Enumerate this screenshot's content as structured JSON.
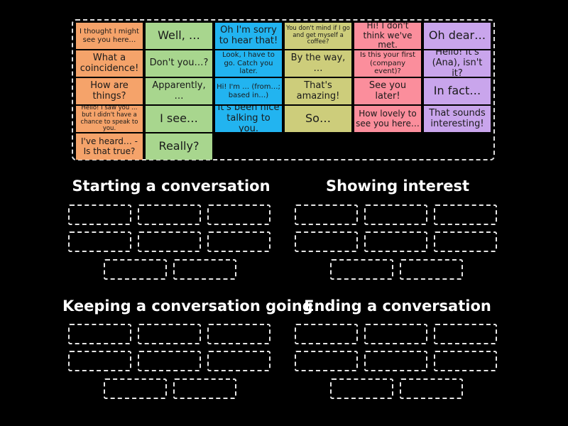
{
  "cards": [
    {
      "text": "I thought I might see you here…",
      "color": "orange",
      "size": "s"
    },
    {
      "text": "Well, …",
      "color": "green",
      "size": "xl"
    },
    {
      "text": "Oh I'm sorry to hear that!",
      "color": "blue",
      "size": "l"
    },
    {
      "text": "You don't mind if I go and get myself a coffee?",
      "color": "olive",
      "size": "xs"
    },
    {
      "text": "Hi! I don't think we've met.",
      "color": "pink",
      "size": "m"
    },
    {
      "text": "Oh dear…",
      "color": "purple",
      "size": "xl"
    },
    {
      "text": "What a coincidence!",
      "color": "orange",
      "size": "l"
    },
    {
      "text": "Don't you…?",
      "color": "green",
      "size": "l"
    },
    {
      "text": "Look, I have to go. Catch you later.",
      "color": "blue",
      "size": "s"
    },
    {
      "text": "By the way, …",
      "color": "olive",
      "size": "l"
    },
    {
      "text": "Is this your first (company event)?",
      "color": "pink",
      "size": "s"
    },
    {
      "text": "Hello! It's (Ana), isn't it?",
      "color": "purple",
      "size": "l"
    },
    {
      "text": "How are things?",
      "color": "orange",
      "size": "l"
    },
    {
      "text": "Apparently, …",
      "color": "green",
      "size": "l"
    },
    {
      "text": "Hi! I'm … (from…; based in…)",
      "color": "blue",
      "size": "s"
    },
    {
      "text": "That's amazing!",
      "color": "olive",
      "size": "l"
    },
    {
      "text": "See you later!",
      "color": "pink",
      "size": "l"
    },
    {
      "text": "In fact…",
      "color": "purple",
      "size": "xl"
    },
    {
      "text": "Hello! I saw you … but I didn't have a chance to speak to you.",
      "color": "orange",
      "size": "xs"
    },
    {
      "text": "I see…",
      "color": "green",
      "size": "xl"
    },
    {
      "text": "It's been nice talking to you.",
      "color": "blue",
      "size": "l"
    },
    {
      "text": "So…",
      "color": "olive",
      "size": "xl"
    },
    {
      "text": "How lovely to see you here…",
      "color": "pink",
      "size": "m"
    },
    {
      "text": "That sounds interesting!",
      "color": "purple",
      "size": "l"
    },
    {
      "text": "I've heard… - Is that true?",
      "color": "orange",
      "size": "m"
    },
    {
      "text": "Really?",
      "color": "green",
      "size": "xl"
    }
  ],
  "groups": [
    {
      "id": "starting",
      "title": "Starting a conversation",
      "slots": 8
    },
    {
      "id": "showing-interest",
      "title": "Showing interest",
      "slots": 8
    },
    {
      "id": "keeping-going",
      "title": "Keeping a conversation going",
      "slots": 8
    },
    {
      "id": "ending",
      "title": "Ending a conversation",
      "slots": 8
    }
  ],
  "colors": {
    "orange": "#f5a36a",
    "green": "#a8d68e",
    "blue": "#22b4f0",
    "olive": "#cdcd7b",
    "pink": "#fb8e9c",
    "purple": "#c9a5ec"
  }
}
